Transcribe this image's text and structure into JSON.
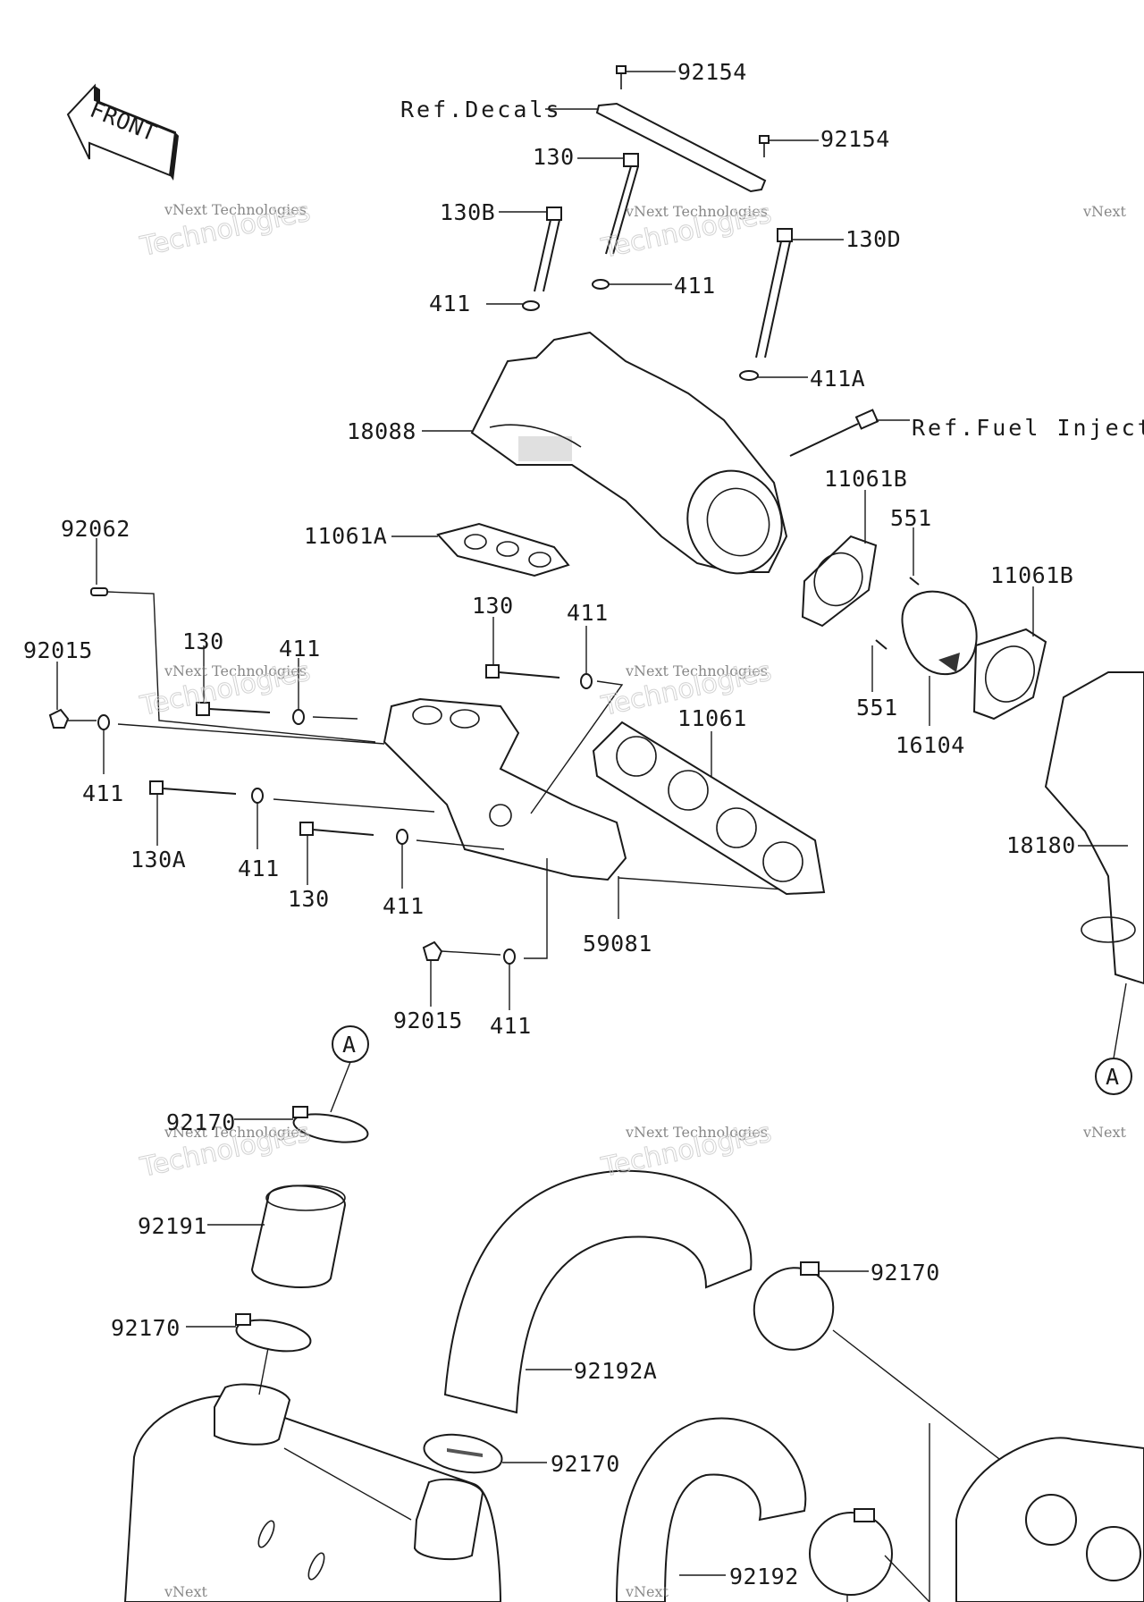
{
  "front_badge": "FRONT",
  "callouts": {
    "circle_a": "A",
    "circle_a_right": "A"
  },
  "refs": {
    "decals": "Ref.Decals",
    "fuel_injection": "Ref.Fuel Injectio"
  },
  "labels": [
    {
      "id": "l-92154-top",
      "text": "92154"
    },
    {
      "id": "l-92154-b",
      "text": "92154"
    },
    {
      "id": "l-130-top",
      "text": "130"
    },
    {
      "id": "l-130b",
      "text": "130B"
    },
    {
      "id": "l-130d",
      "text": "130D"
    },
    {
      "id": "l-411-a",
      "text": "411"
    },
    {
      "id": "l-411-b",
      "text": "411"
    },
    {
      "id": "l-411a",
      "text": "411A"
    },
    {
      "id": "l-18088",
      "text": "18088"
    },
    {
      "id": "l-11061b-1",
      "text": "11061B"
    },
    {
      "id": "l-551-1",
      "text": "551"
    },
    {
      "id": "l-11061b-2",
      "text": "11061B"
    },
    {
      "id": "l-11061a",
      "text": "11061A"
    },
    {
      "id": "l-92062",
      "text": "92062"
    },
    {
      "id": "l-130-mid",
      "text": "130"
    },
    {
      "id": "l-411-c",
      "text": "411"
    },
    {
      "id": "l-92015-a",
      "text": "92015"
    },
    {
      "id": "l-130-left",
      "text": "130"
    },
    {
      "id": "l-411-d",
      "text": "411"
    },
    {
      "id": "l-551-2",
      "text": "551"
    },
    {
      "id": "l-16104",
      "text": "16104"
    },
    {
      "id": "l-11061",
      "text": "11061"
    },
    {
      "id": "l-411-e",
      "text": "411"
    },
    {
      "id": "l-18180",
      "text": "18180"
    },
    {
      "id": "l-130a",
      "text": "130A"
    },
    {
      "id": "l-411-f",
      "text": "411"
    },
    {
      "id": "l-130-low",
      "text": "130"
    },
    {
      "id": "l-411-g",
      "text": "411"
    },
    {
      "id": "l-59081",
      "text": "59081"
    },
    {
      "id": "l-92015-b",
      "text": "92015"
    },
    {
      "id": "l-411-h",
      "text": "411"
    },
    {
      "id": "l-92170-a",
      "text": "92170"
    },
    {
      "id": "l-92191",
      "text": "92191"
    },
    {
      "id": "l-92170-b",
      "text": "92170"
    },
    {
      "id": "l-92170-c",
      "text": "92170"
    },
    {
      "id": "l-92192a",
      "text": "92192A"
    },
    {
      "id": "l-92170-d",
      "text": "92170"
    },
    {
      "id": "l-92192",
      "text": "92192"
    }
  ],
  "watermark": {
    "line1": "vNext Technologies",
    "line2": "vNext",
    "line3": "Technologies"
  }
}
